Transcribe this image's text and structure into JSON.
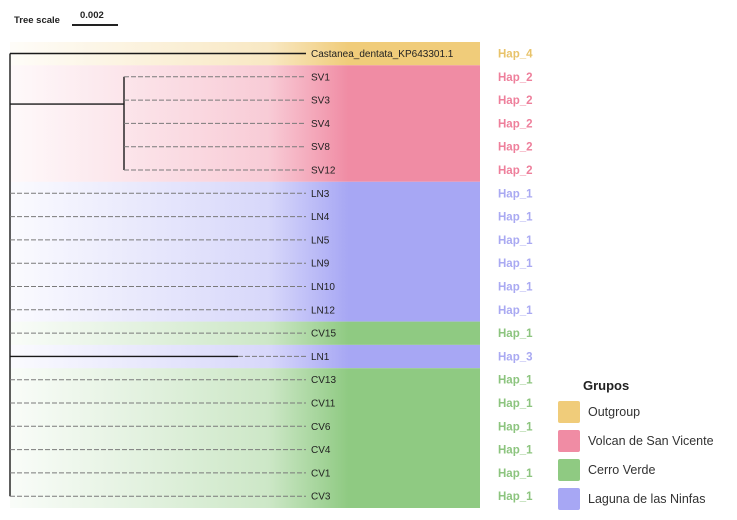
{
  "tree_scale": {
    "label": "Tree scale",
    "value": "0.002"
  },
  "groups": {
    "outgroup": {
      "color": "#f0cc7a"
    },
    "volcan": {
      "color": "#f08ca4"
    },
    "cerro": {
      "color": "#8fca82"
    },
    "laguna": {
      "color": "#a7a7f4"
    }
  },
  "leaves": [
    {
      "name": "Castanea_dentata_KP643301.1",
      "hap": "Hap_4",
      "group": "outgroup",
      "hap_color": "#e8c36a"
    },
    {
      "name": "SV1",
      "hap": "Hap_2",
      "group": "volcan",
      "hap_color": "#ee7f9b"
    },
    {
      "name": "SV3",
      "hap": "Hap_2",
      "group": "volcan",
      "hap_color": "#ee7f9b"
    },
    {
      "name": "SV4",
      "hap": "Hap_2",
      "group": "volcan",
      "hap_color": "#ee7f9b"
    },
    {
      "name": "SV8",
      "hap": "Hap_2",
      "group": "volcan",
      "hap_color": "#ee7f9b"
    },
    {
      "name": "SV12",
      "hap": "Hap_2",
      "group": "volcan",
      "hap_color": "#ee7f9b"
    },
    {
      "name": "LN3",
      "hap": "Hap_1",
      "group": "laguna",
      "hap_color": "#a9a9f2"
    },
    {
      "name": "LN4",
      "hap": "Hap_1",
      "group": "laguna",
      "hap_color": "#a9a9f2"
    },
    {
      "name": "LN5",
      "hap": "Hap_1",
      "group": "laguna",
      "hap_color": "#a9a9f2"
    },
    {
      "name": "LN9",
      "hap": "Hap_1",
      "group": "laguna",
      "hap_color": "#a9a9f2"
    },
    {
      "name": "LN10",
      "hap": "Hap_1",
      "group": "laguna",
      "hap_color": "#a9a9f2"
    },
    {
      "name": "LN12",
      "hap": "Hap_1",
      "group": "laguna",
      "hap_color": "#a9a9f2"
    },
    {
      "name": "CV15",
      "hap": "Hap_1",
      "group": "cerro",
      "hap_color": "#8cc47e"
    },
    {
      "name": "LN1",
      "hap": "Hap_3",
      "group": "laguna",
      "hap_color": "#a9a9f2"
    },
    {
      "name": "CV13",
      "hap": "Hap_1",
      "group": "cerro",
      "hap_color": "#8cc47e"
    },
    {
      "name": "CV11",
      "hap": "Hap_1",
      "group": "cerro",
      "hap_color": "#8cc47e"
    },
    {
      "name": "CV6",
      "hap": "Hap_1",
      "group": "cerro",
      "hap_color": "#8cc47e"
    },
    {
      "name": "CV4",
      "hap": "Hap_1",
      "group": "cerro",
      "hap_color": "#8cc47e"
    },
    {
      "name": "CV1",
      "hap": "Hap_1",
      "group": "cerro",
      "hap_color": "#8cc47e"
    },
    {
      "name": "CV3",
      "hap": "Hap_1",
      "group": "cerro",
      "hap_color": "#8cc47e"
    }
  ],
  "legend": {
    "title": "Grupos",
    "items": [
      {
        "label": "Outgroup",
        "color": "#f0cc7a"
      },
      {
        "label": "Volcan de San Vicente",
        "color": "#f08ca4"
      },
      {
        "label": "Cerro Verde",
        "color": "#8fca82"
      },
      {
        "label": "Laguna de las Ninfas",
        "color": "#a7a7f4"
      }
    ]
  }
}
